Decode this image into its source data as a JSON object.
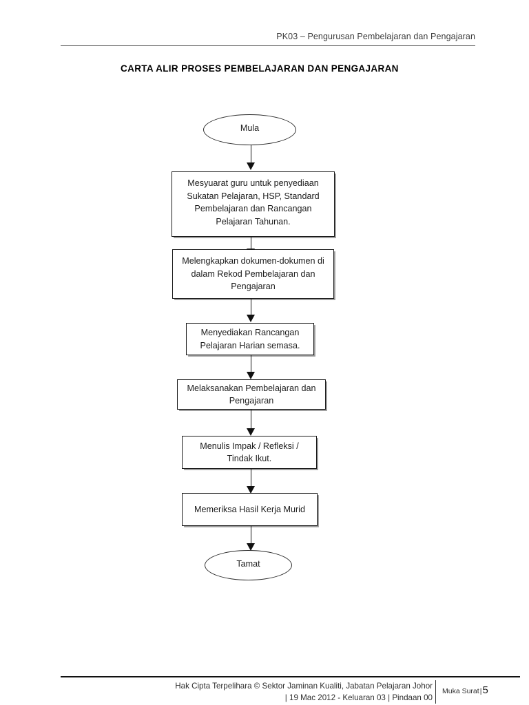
{
  "header": {
    "text": "PK03  –  Pengurusan Pembelajaran dan Pengajaran"
  },
  "title": "CARTA ALIR PROSES PEMBELAJARAN DAN PENGAJARAN",
  "flowchart": {
    "type": "flowchart",
    "orientation": "vertical",
    "nodes": [
      {
        "id": "start",
        "shape": "terminator",
        "text": "Mula"
      },
      {
        "id": "step1",
        "shape": "process",
        "text": "Mesyuarat guru untuk penyediaan Sukatan Pelajaran, HSP, Standard Pembelajaran dan Rancangan Pelajaran Tahunan.",
        "lines": [
          "Mesyuarat guru untuk",
          "penyediaan Sukatan Pelajaran,",
          "HSP, Standard Pembelajaran dan",
          "Rancangan Pelajaran Tahunan."
        ]
      },
      {
        "id": "step2",
        "shape": "process",
        "text": "Melengkapkan dokumen-dokumen di dalam Rekod Pembelajaran dan Pengajaran",
        "lines": [
          "Melengkapkan dokumen-",
          "dokumen di dalam Rekod",
          "Pembelajaran dan Pengajaran"
        ]
      },
      {
        "id": "step3",
        "shape": "process",
        "text": "Menyediakan Rancangan Pelajaran Harian semasa.",
        "lines": [
          "Menyediakan Rancangan",
          "Pelajaran Harian semasa."
        ]
      },
      {
        "id": "step4",
        "shape": "process",
        "text": "Melaksanakan Pembelajaran dan Pengajaran",
        "lines": [
          "Melaksanakan Pembelajaran",
          "dan Pengajaran"
        ]
      },
      {
        "id": "step5",
        "shape": "process",
        "text": "Menulis Impak / Refleksi / Tindak Ikut.",
        "lines": [
          "Menulis Impak / Refleksi /",
          "Tindak Ikut."
        ]
      },
      {
        "id": "step6",
        "shape": "process",
        "text": "Memeriksa Hasil Kerja Murid",
        "lines": [
          "Memeriksa Hasil Kerja",
          "Murid"
        ]
      },
      {
        "id": "end",
        "shape": "terminator",
        "text": "Tamat"
      }
    ],
    "edges": [
      {
        "from": "start",
        "to": "step1"
      },
      {
        "from": "step1",
        "to": "step2"
      },
      {
        "from": "step2",
        "to": "step3"
      },
      {
        "from": "step3",
        "to": "step4"
      },
      {
        "from": "step4",
        "to": "step5"
      },
      {
        "from": "step5",
        "to": "step6"
      },
      {
        "from": "step6",
        "to": "end"
      }
    ]
  },
  "footer": {
    "copyright_line1": "Hak Cipta Terpelihara © Sektor Jaminan Kualiti, Jabatan Pelajaran Johor",
    "copyright_line2": "| 19 Mac 2012  -   Keluaran 03   |   Pindaan 00",
    "page_label": "Muka Surat",
    "page_separator": "|",
    "page_number": "5"
  },
  "colors": {
    "ink": "#111111",
    "rule": "#4a4a4a",
    "shadow": "#9a9a9a",
    "paper": "#ffffff"
  }
}
